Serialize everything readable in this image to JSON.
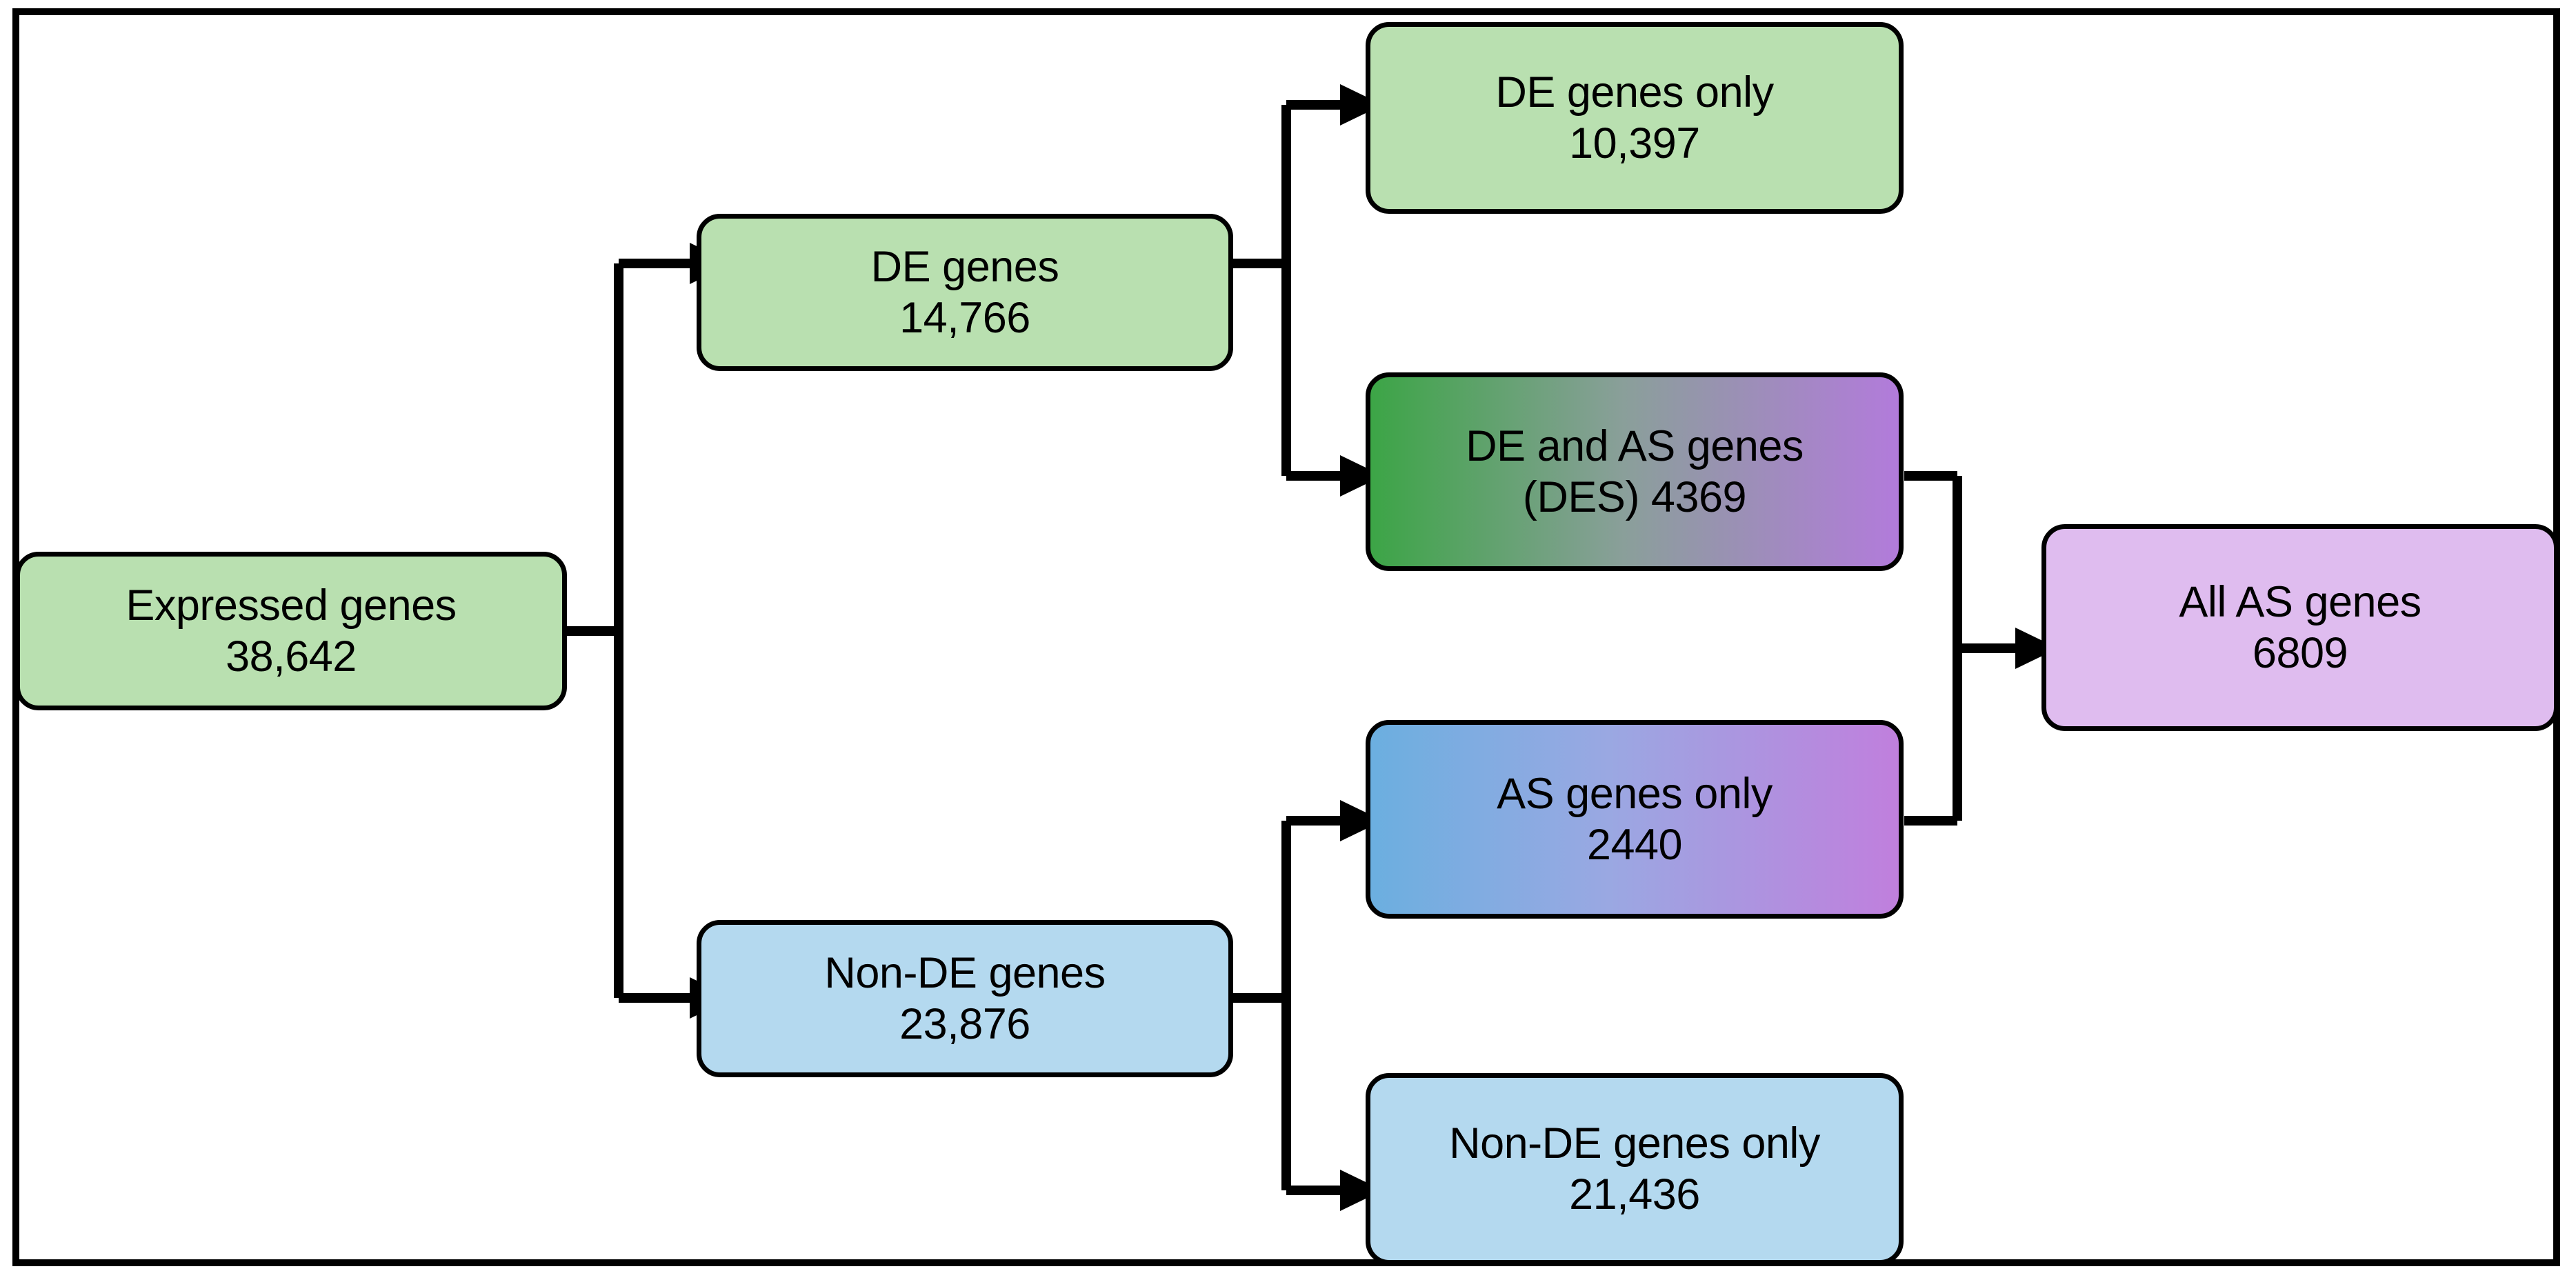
{
  "diagram": {
    "title": "Gene classification flowchart: differential expression and alternative splicing",
    "type": "flowchart",
    "frame": {
      "border_color": "#000000"
    },
    "palette": {
      "green_flat": "#b9e0b0",
      "blue_flat": "#b4d9ef",
      "lavender_flat": "#dfbcef",
      "gradient_green": "#3ca546",
      "gradient_purple": "#b27bdb",
      "gradient_blue": "#6bafe0",
      "line_color": "#000000"
    },
    "nodes": [
      {
        "id": "expressed-genes",
        "label": "Expressed genes",
        "value": "38,642",
        "fill": "green_flat"
      },
      {
        "id": "de-genes",
        "label": "DE genes",
        "value": "14,766",
        "fill": "green_flat"
      },
      {
        "id": "non-de-genes",
        "label": "Non-DE genes",
        "value": "23,876",
        "fill": "blue_flat"
      },
      {
        "id": "de-genes-only",
        "label": "DE genes only",
        "value": "10,397",
        "fill": "green_flat"
      },
      {
        "id": "de-and-as-genes",
        "label": "DE and AS genes",
        "value": "(DES) 4369",
        "fill": "gradient_green_purple"
      },
      {
        "id": "as-genes-only",
        "label": "AS genes only",
        "value": "2440",
        "fill": "gradient_blue_purple"
      },
      {
        "id": "non-de-genes-only",
        "label": "Non-DE genes only",
        "value": "21,436",
        "fill": "blue_flat"
      },
      {
        "id": "all-as-genes",
        "label": "All AS genes",
        "value": "6809",
        "fill": "lavender_flat"
      }
    ],
    "edges": [
      {
        "from": "expressed-genes",
        "to": "de-genes",
        "arrow": true
      },
      {
        "from": "expressed-genes",
        "to": "non-de-genes",
        "arrow": true
      },
      {
        "from": "de-genes",
        "to": "de-genes-only",
        "arrow": true
      },
      {
        "from": "de-genes",
        "to": "de-and-as-genes",
        "arrow": true
      },
      {
        "from": "non-de-genes",
        "to": "as-genes-only",
        "arrow": true
      },
      {
        "from": "non-de-genes",
        "to": "non-de-genes-only",
        "arrow": true
      },
      {
        "from": "de-and-as-genes",
        "to": "all-as-genes",
        "arrow": true
      },
      {
        "from": "as-genes-only",
        "to": "all-as-genes",
        "arrow": true
      }
    ]
  }
}
